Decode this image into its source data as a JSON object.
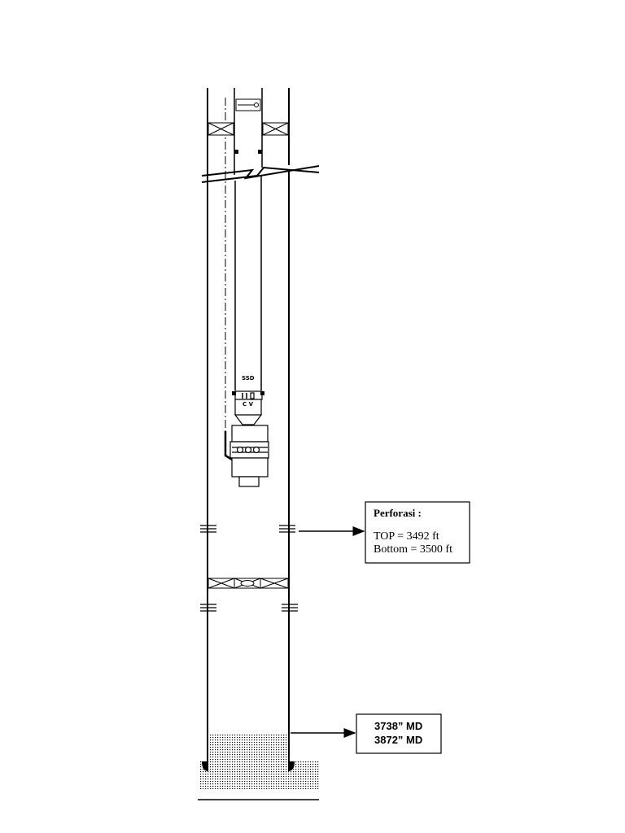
{
  "tool_labels": {
    "ssd": "SSD",
    "cv": "C V"
  },
  "perforation_box": {
    "title": "Perforasi :",
    "top": "TOP = 3492 ft",
    "bottom": "Bottom = 3500 ft"
  },
  "depth_box": {
    "line1": "3738” MD",
    "line2": "3872” MD"
  }
}
